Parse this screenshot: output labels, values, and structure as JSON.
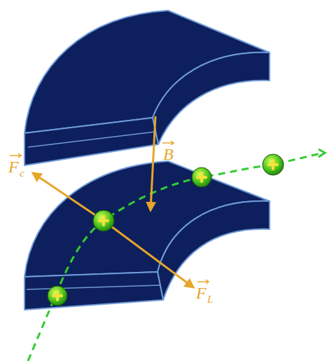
{
  "diagram": {
    "labels": [
      "B",
      "F",
      "c",
      "F",
      "L"
    ]
  }
}
